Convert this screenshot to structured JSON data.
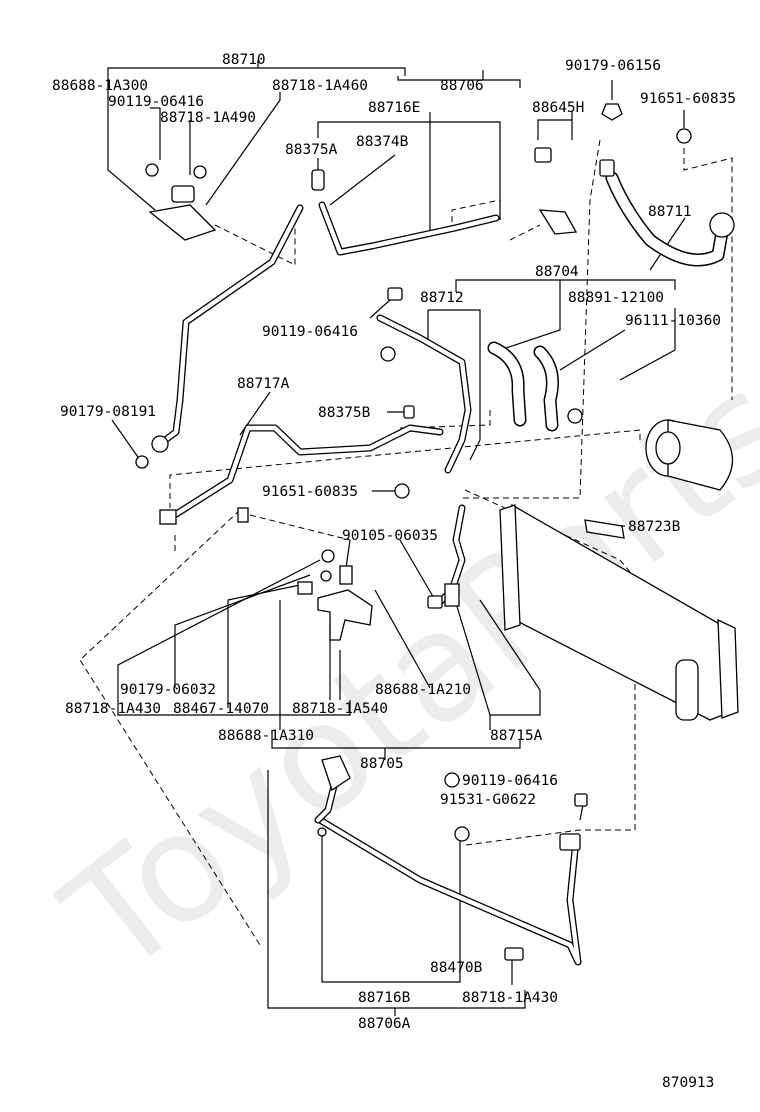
{
  "diagram_number": "870913",
  "watermark": "ToyotaParts.ru",
  "labels": {
    "p88710": "88710",
    "p88688_1A300": "88688-1A300",
    "p88718_1A460": "88718-1A460",
    "p88706": "88706",
    "p90179_06156": "90179-06156",
    "p91651_60835_top": "91651-60835",
    "p90119_06416_a": "90119-06416",
    "p88716E": "88716E",
    "p88645H": "88645H",
    "p88718_1A490": "88718-1A490",
    "p88375A": "88375A",
    "p88374B": "88374B",
    "p88711": "88711",
    "p88704": "88704",
    "p88712": "88712",
    "p88891_12100": "88891-12100",
    "p90119_06416_b": "90119-06416",
    "p96111_10360": "96111-10360",
    "p88717A": "88717A",
    "p90179_08191": "90179-08191",
    "p88375B": "88375B",
    "p91651_60835_mid": "91651-60835",
    "p88723B": "88723B",
    "p90105_06035": "90105-06035",
    "p90179_06032": "90179-06032",
    "p88688_1A210": "88688-1A210",
    "p88718_1A430_a": "88718-1A430",
    "p88467_14070": "88467-14070",
    "p88718_1A540": "88718-1A540",
    "p88715A": "88715A",
    "p88688_1A310": "88688-1A310",
    "p88705": "88705",
    "p90119_06416_c": "90119-06416",
    "p91531_G0622": "91531-G0622",
    "p88470B": "88470B",
    "p88716B": "88716B",
    "p88718_1A430_b": "88718-1A430",
    "p88706A": "88706A"
  }
}
